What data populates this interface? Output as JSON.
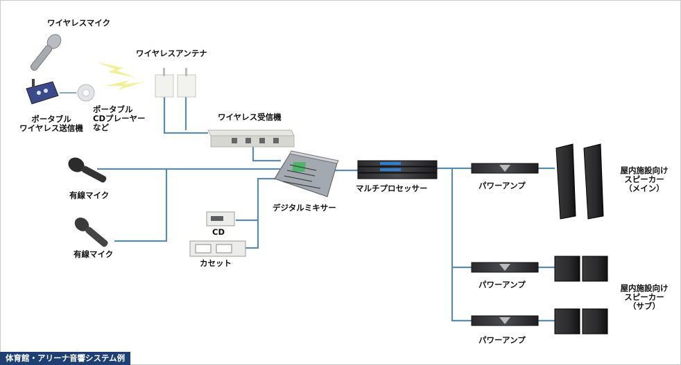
{
  "caption": "体育館・アリーナ音響システム例",
  "labels": {
    "wireless_mic": "ワイヤレスマイク",
    "wireless_antenna": "ワイヤレスアンテナ",
    "portable_tx_line1": "ポータブル",
    "portable_tx_line2": "ワイヤレス送信機",
    "portable_cd_line1": "ポータブル",
    "portable_cd_line2": "CDプレーヤー",
    "portable_cd_line3": "など",
    "wireless_receiver": "ワイヤレス受信機",
    "wired_mic_1": "有線マイク",
    "wired_mic_2": "有線マイク",
    "digital_mixer": "デジタルミキサー",
    "cd": "CD",
    "cassette": "カセット",
    "multi_processor": "マルチプロセッサー",
    "power_amp_1": "パワーアンプ",
    "power_amp_2": "パワーアンプ",
    "power_amp_3": "パワーアンプ",
    "speaker_main_line1": "屋内施設向け",
    "speaker_main_line2": "スピーカー",
    "speaker_main_line3": "（メイン）",
    "speaker_sub_line1": "屋内施設向け",
    "speaker_sub_line2": "スピーカー",
    "speaker_sub_line3": "（サブ）"
  },
  "colors": {
    "cable": "#5a8bad",
    "signal": "#f1ee8a",
    "caption_bg": "#1e3f73"
  }
}
